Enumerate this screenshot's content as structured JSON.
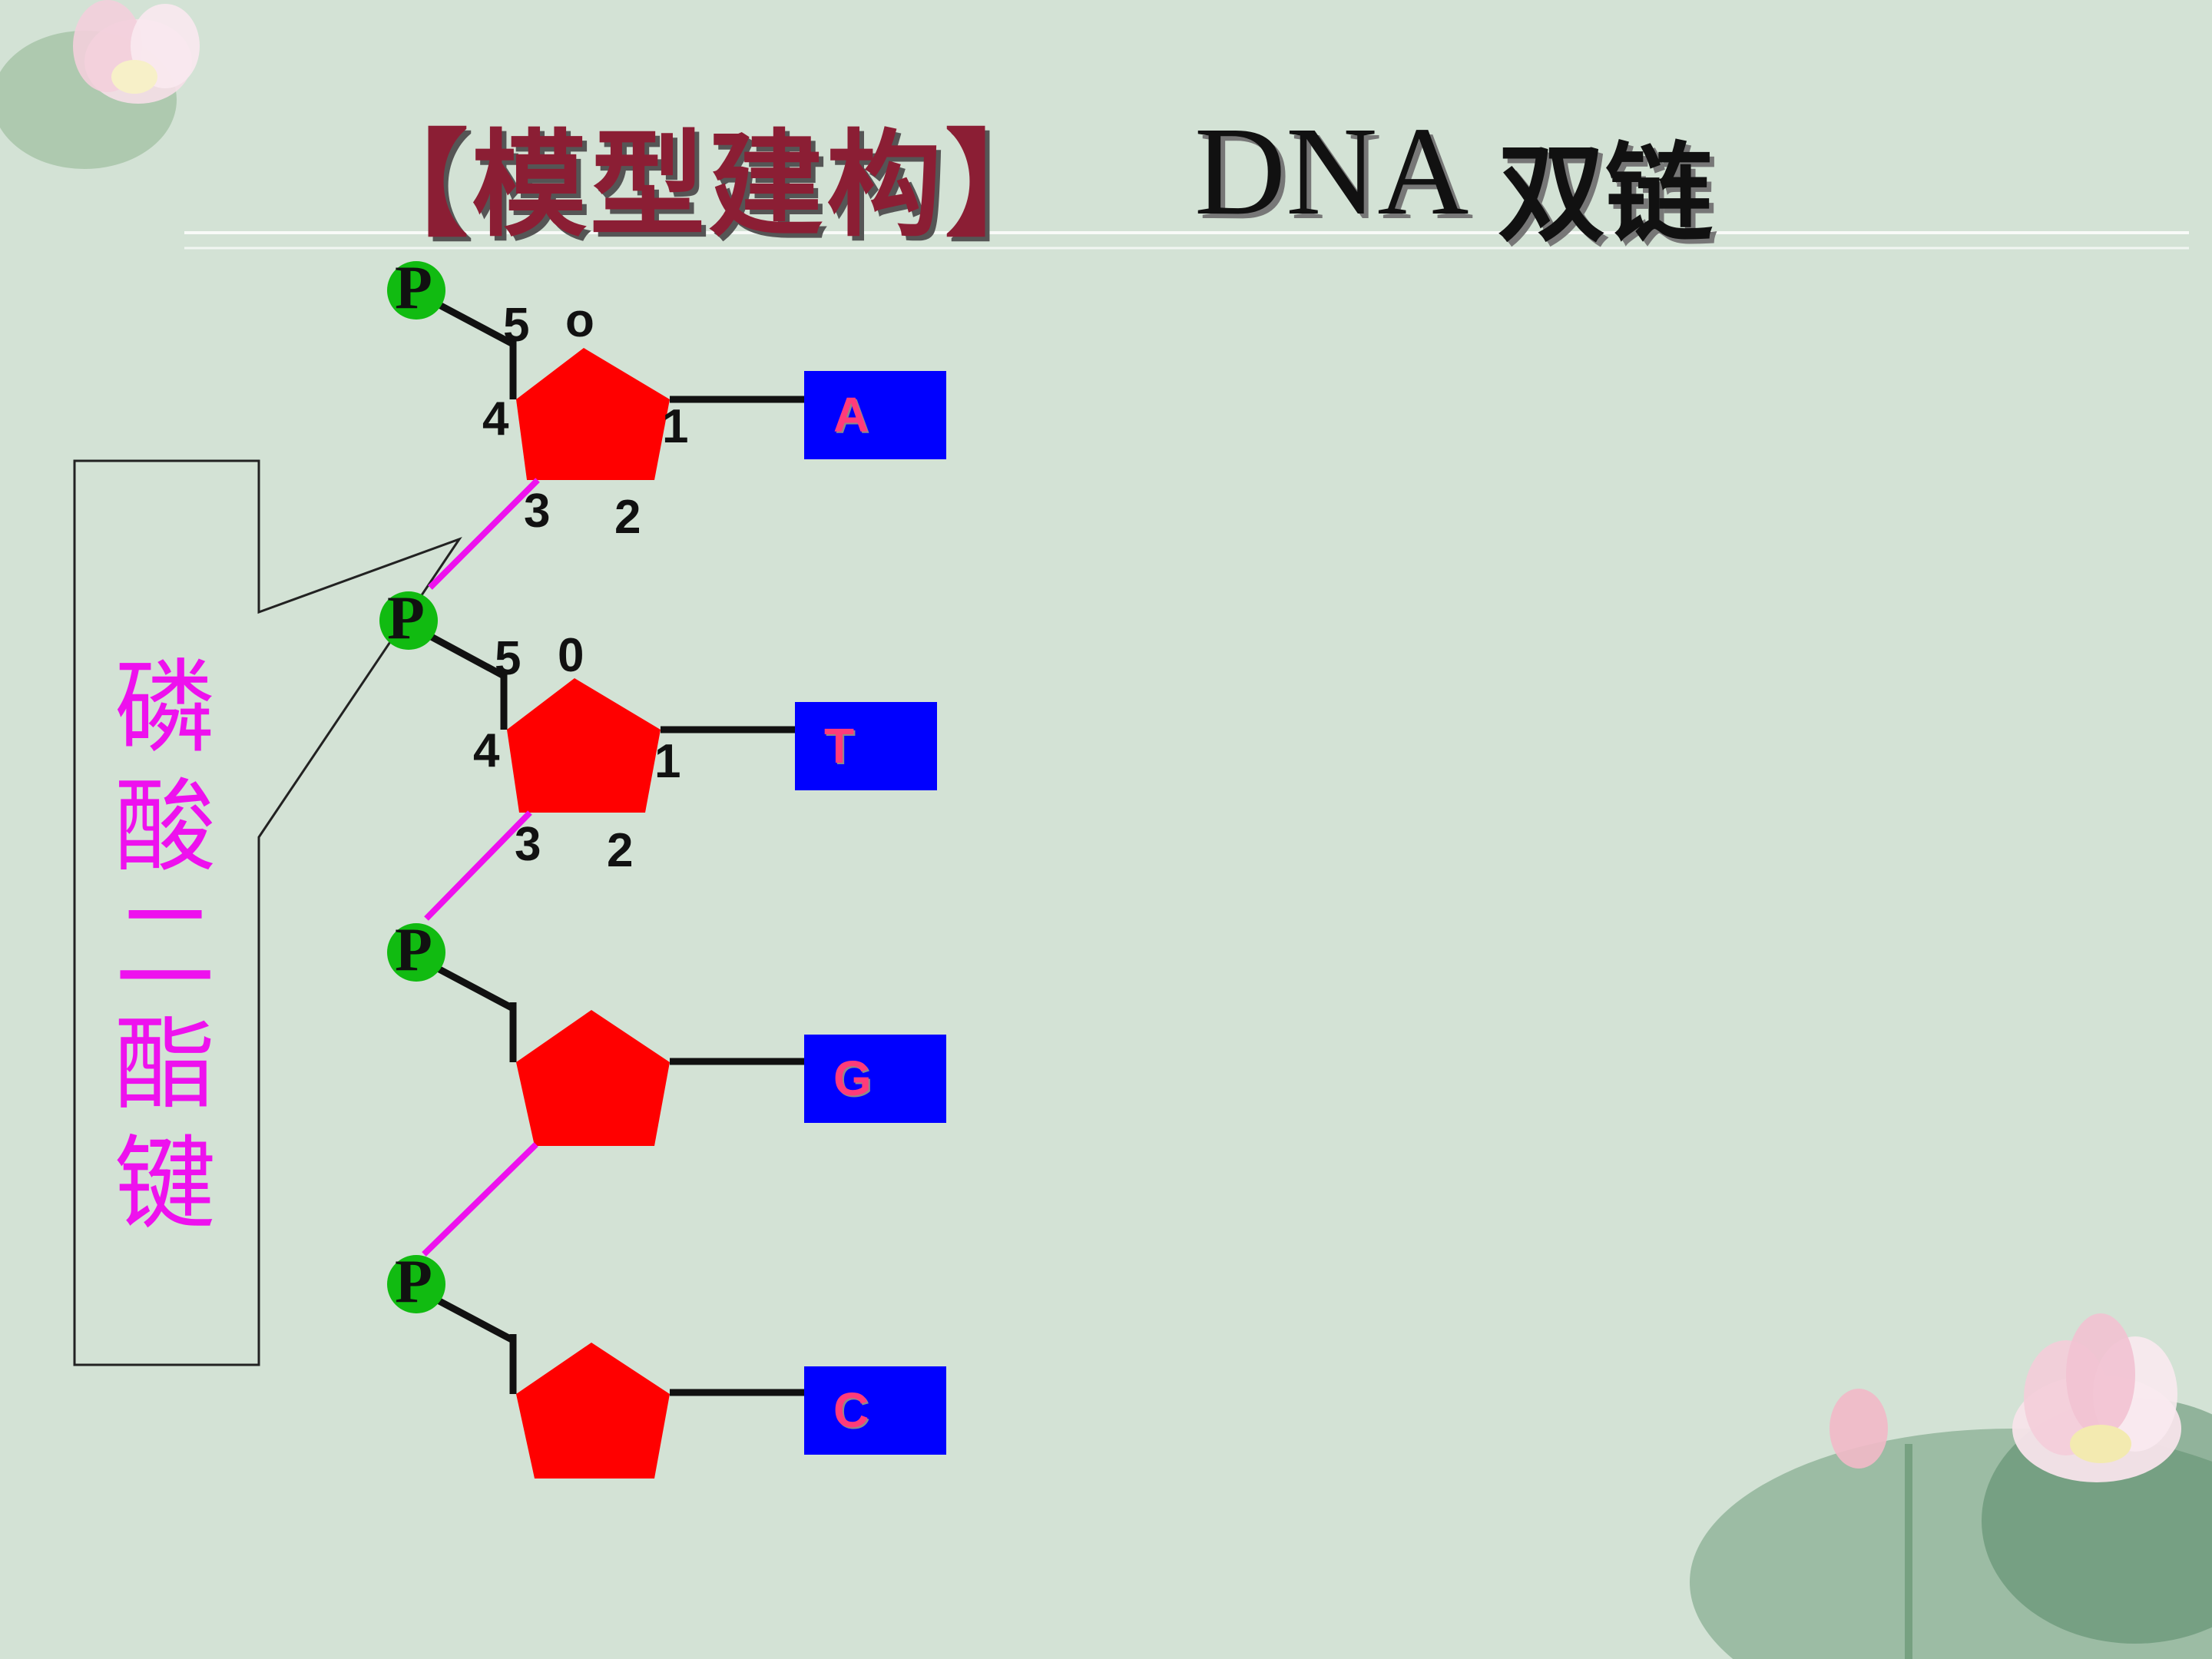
{
  "title": {
    "bracket_part": "【模型建构】",
    "dna_part": "DNA",
    "chinese_part": "双链"
  },
  "callout": {
    "chars": [
      "磷",
      "酸",
      "二",
      "酯",
      "键"
    ]
  },
  "phosphate_label": "P",
  "nucleotides": [
    {
      "base": "A",
      "carbon_labels": {
        "c5": "5",
        "o": "o",
        "c4": "4",
        "c1": "1",
        "c3": "3",
        "c2": "2"
      }
    },
    {
      "base": "T",
      "carbon_labels": {
        "c5": "5",
        "o": "0",
        "c4": "4",
        "c1": "1",
        "c3": "3",
        "c2": "2"
      }
    },
    {
      "base": "G"
    },
    {
      "base": "C"
    }
  ],
  "colors": {
    "background": "#d3e2d5",
    "title_red": "#8b1e34",
    "phosphate_green": "#11bb11",
    "sugar_red": "#ff0000",
    "base_blue": "#0000ff",
    "base_text": "#ff3b7a",
    "bond_magenta": "#ee11ee"
  }
}
